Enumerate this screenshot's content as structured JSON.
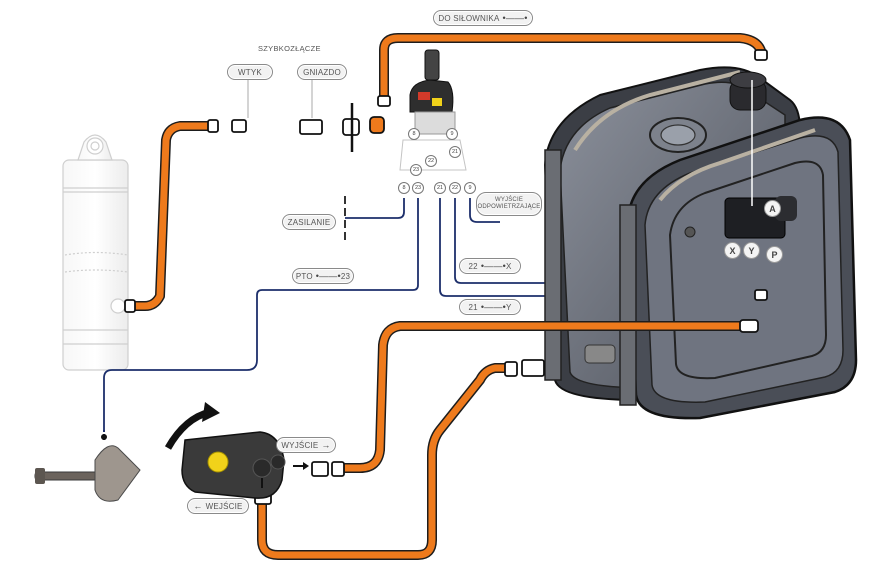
{
  "diagram": {
    "labels": {
      "do_silownika": "DO SIŁOWNIKA",
      "szybkozlacze": "SZYBKOZŁĄCZE",
      "wtyk": "WTYK",
      "gniazdo": "GNIAZDO",
      "zasilanie": "ZASILANIE",
      "pto": "PTO",
      "pto_target": "23",
      "wyjscie_odpowietrzajace_line1": "WYJŚCIE",
      "wyjscie_odpowietrzajace_line2": "ODPOWIETRZAJĄCE",
      "map_22": "22",
      "map_22_target": "X",
      "map_21": "21",
      "map_21_target": "Y",
      "wyjscie": "WYJŚCIE",
      "wejscie": "WEJŚCIE"
    },
    "arrows": {
      "double": "•——•",
      "right": "→",
      "left": "←"
    },
    "valve_ports": [
      "8",
      "23",
      "21",
      "22",
      "9"
    ],
    "valve_body_ports": [
      "8",
      "9",
      "21",
      "22",
      "23"
    ],
    "tank_ports": [
      "A",
      "X",
      "Y",
      "P"
    ],
    "colors": {
      "hose_orange": "#ee7a1c",
      "hose_outline": "#2b2b2b",
      "pilot_line": "#1d2f6b",
      "tank_body": "#6f7480",
      "tank_dark": "#2c2f36",
      "pump_yellow": "#f1d21a",
      "pill_border": "#8a8a8a"
    },
    "components": [
      "hydraulic-cylinder",
      "quick-coupler",
      "control-valve",
      "hydraulic-tank",
      "gear-pump",
      "pto"
    ]
  }
}
